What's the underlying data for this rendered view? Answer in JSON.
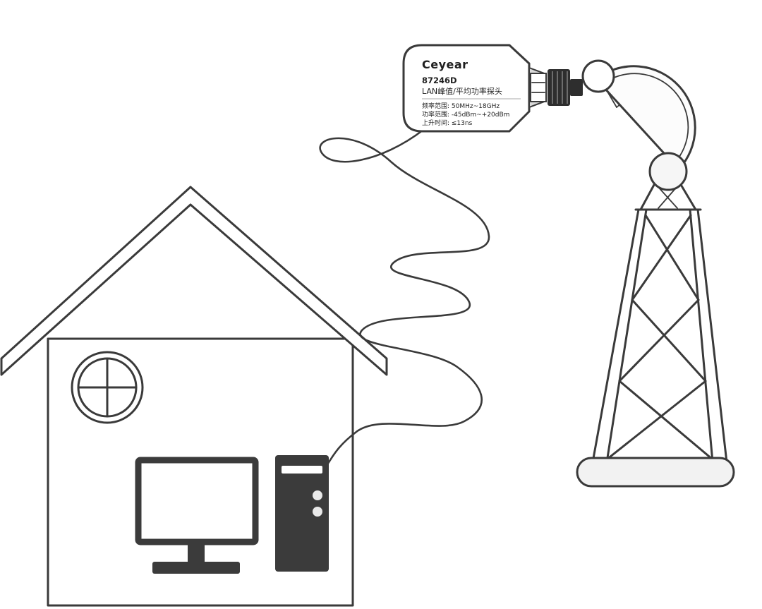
{
  "diagram": {
    "device": {
      "brand": "Ceyear",
      "model": "87246D",
      "name": "LAN峰值/平均功率探头",
      "specs": [
        "频率范围: 50MHz~18GHz",
        "功率范围: -45dBm~+20dBm",
        "上升时间: ≤13ns"
      ]
    },
    "elements": [
      "house",
      "round-window",
      "computer-monitor",
      "pc-tower",
      "usb-power-sensor",
      "rf-connector",
      "cable",
      "satellite-dish",
      "feed-horn",
      "radio-tower",
      "tower-base"
    ]
  },
  "colors": {
    "line": "#3a3a3a",
    "dark_fill": "#3b3b3b",
    "light_fill": "#f2f2f2",
    "background": "#ffffff"
  }
}
